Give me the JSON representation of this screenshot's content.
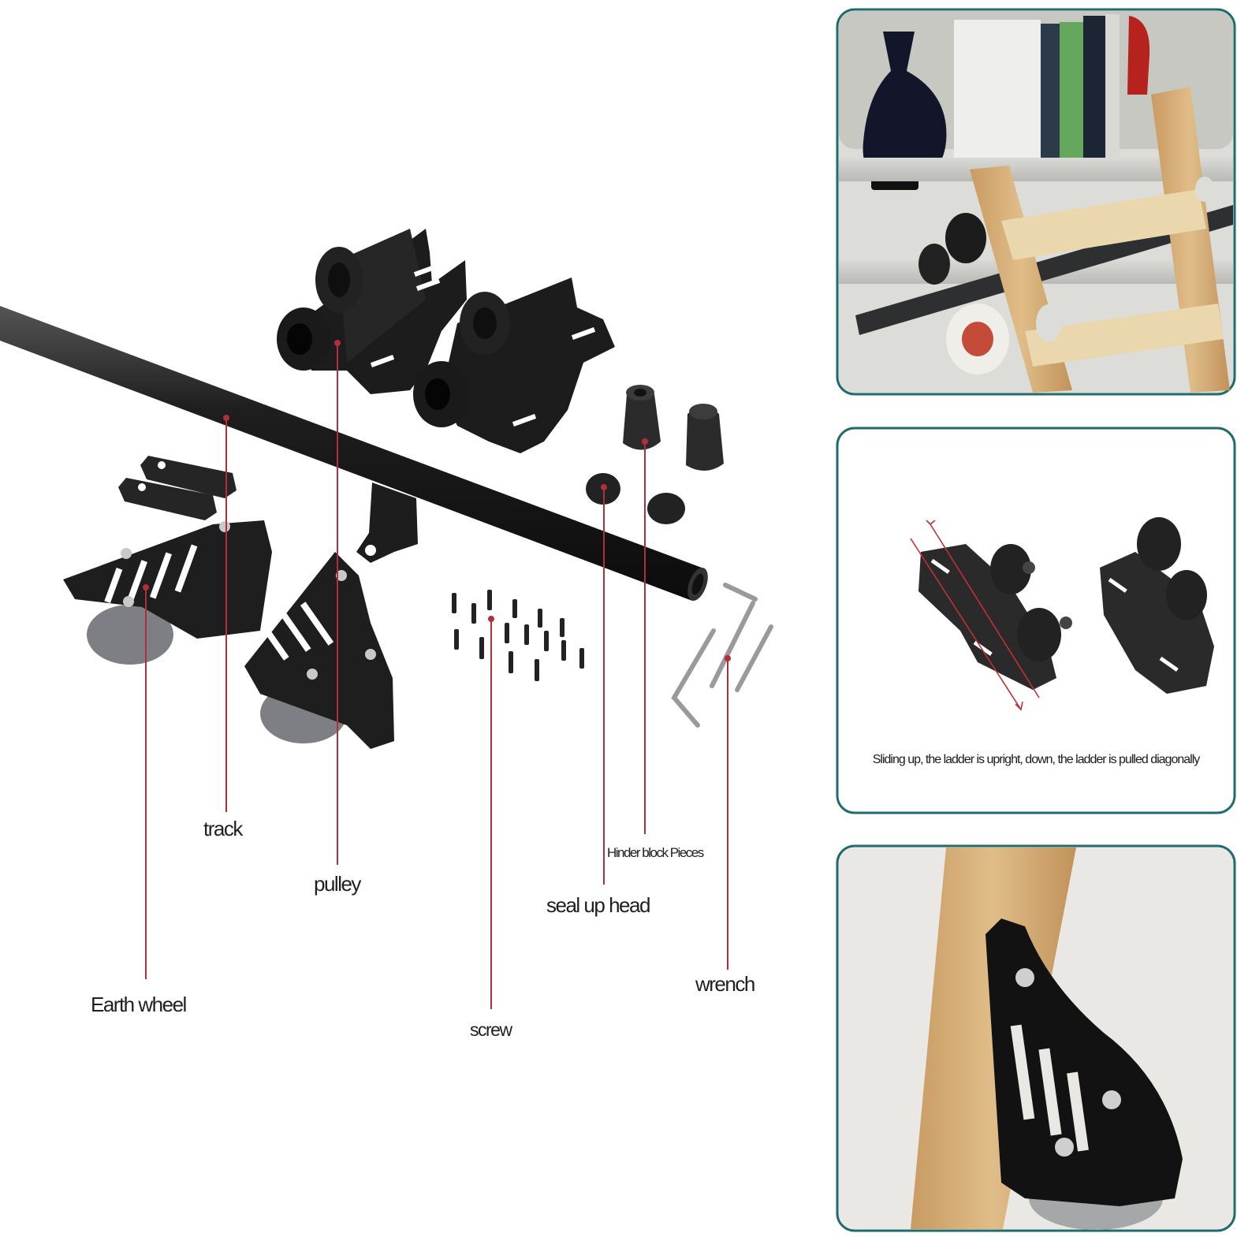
{
  "labels": {
    "track": "track",
    "pulley": "pulley",
    "earth_wheel": "Earth wheel",
    "screw": "screw",
    "seal_up_head": "seal up head",
    "hinder_block": "Hinder block Pieces",
    "wrench": "wrench"
  },
  "caption": "Sliding up, the ladder is upright, down, the ladder is pulled diagonally",
  "colors": {
    "leader": "#b0303a",
    "panel_border": "#1f6b6e",
    "hardware": "#2a2a2a",
    "wood": "#d8b888"
  }
}
